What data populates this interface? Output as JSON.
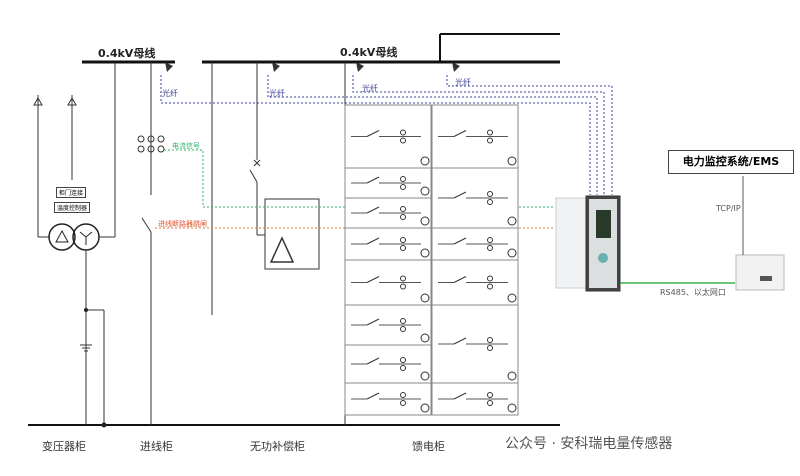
{
  "bus_labels": [
    "0.4kV母线",
    "0.4kV母线"
  ],
  "fiber_labels": [
    "光纤",
    "光纤",
    "光纤",
    "光纤"
  ],
  "current_signal": "电流信号",
  "breaker_trip": "进线断路器跳闸",
  "door_link": "柜门连接",
  "temp_controller": "温度控制器",
  "ems_label": "电力监控系统/EMS",
  "tcp_label": "TCP/IP",
  "rs485_label": "RS485、以太网口",
  "cabinets": [
    "变压器柜",
    "进线柜",
    "无功补偿柜",
    "馈电柜"
  ],
  "watermark": "公众号 · 安科瑞电量传感器",
  "colors": {
    "fiber": "#3b3f9a",
    "current": "#2db36b",
    "trip": "#e07b39",
    "green_link": "#3cb44b"
  }
}
